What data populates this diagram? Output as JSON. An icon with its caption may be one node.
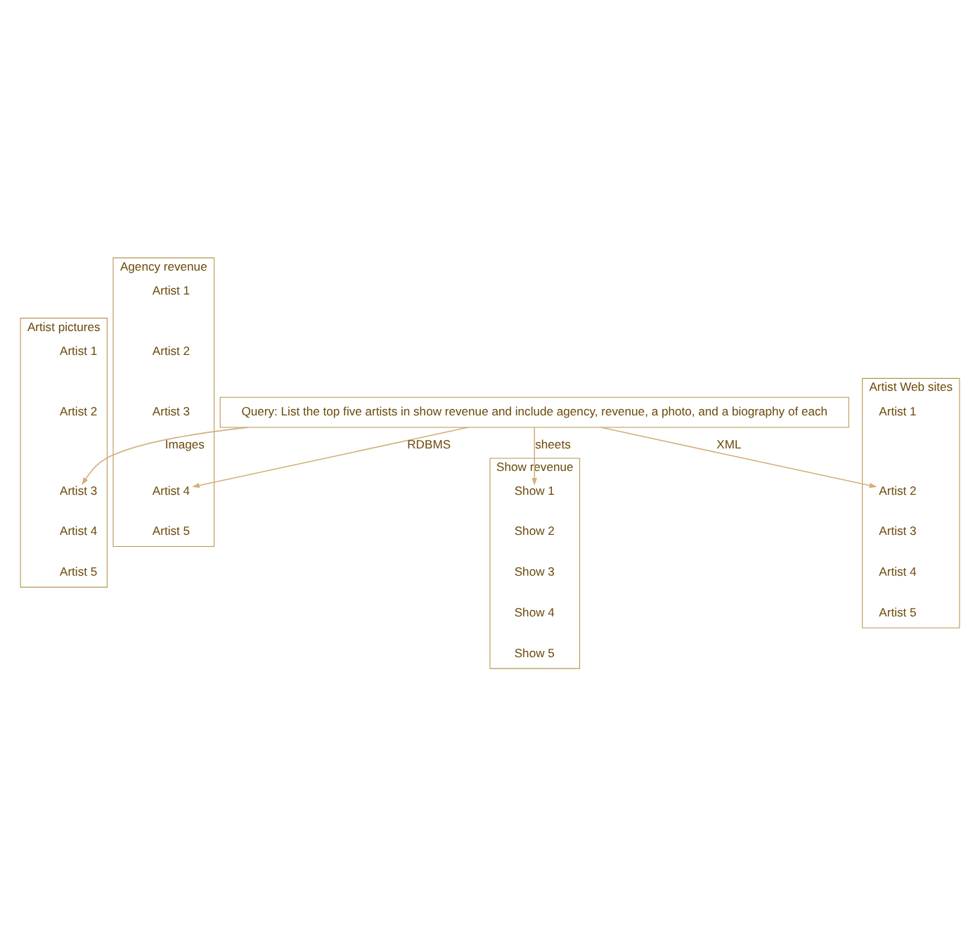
{
  "diagram": {
    "nodes": [
      {
        "text": [
          "Query: List the top five artists in show revenue and include agency, revenue, a photo, and a biography of each"
        ]
      },
      {
        "text": [
          "Show revenue"
        ]
      },
      {
        "text": [
          "Show 1"
        ],
        "in": 1
      },
      {
        "text": [
          "Show 2"
        ],
        "in": 1
      },
      {
        "text": [
          "Show 3"
        ],
        "in": 1
      },
      {
        "text": [
          "Show 4"
        ],
        "in": 1
      },
      {
        "text": [
          "Show 5"
        ],
        "in": 1
      },
      {
        "text": [
          "Artist pictures"
        ]
      },
      {
        "text": [
          "Artist 1"
        ],
        "in": 7
      },
      {
        "text": [
          "Artist 2"
        ],
        "in": 7
      },
      {
        "text": [
          "Artist 3"
        ],
        "in": 7
      },
      {
        "text": [
          "Artist 4"
        ],
        "in": 7
      },
      {
        "text": [
          "Artist 5"
        ],
        "in": 7
      },
      {
        "text": [
          "Agency revenue"
        ]
      },
      {
        "text": [
          "Artist 1"
        ],
        "in": 13
      },
      {
        "text": [
          "Artist 2"
        ],
        "in": 13
      },
      {
        "text": [
          "Artist 3"
        ],
        "in": 13
      },
      {
        "text": [
          "Artist 4"
        ],
        "in": 13
      },
      {
        "text": [
          "Artist 5"
        ],
        "in": 13
      },
      {
        "text": [
          "Artist Web sites"
        ]
      },
      {
        "text": [
          "Artist 1"
        ],
        "in": 19
      },
      {
        "text": [
          "Artist 2"
        ],
        "in": 19
      },
      {
        "text": [
          "Artist 3"
        ],
        "in": 19
      },
      {
        "text": [
          "Artist 4"
        ],
        "in": 19
      },
      {
        "text": [
          "Artist 5"
        ],
        "in": 19
      }
    ],
    "edges": [
      {
        "from": 0,
        "to": 2,
        "arrow": "to",
        "label": "sheets"
      },
      {
        "from": 0,
        "to": 17,
        "arrow": "to",
        "label": "RDBMS"
      },
      {
        "from": 0,
        "to": 21,
        "arrow": "to",
        "label": "XML"
      },
      {
        "from": 0,
        "to": 10,
        "arrow": "to",
        "label": "Images"
      }
    ]
  }
}
